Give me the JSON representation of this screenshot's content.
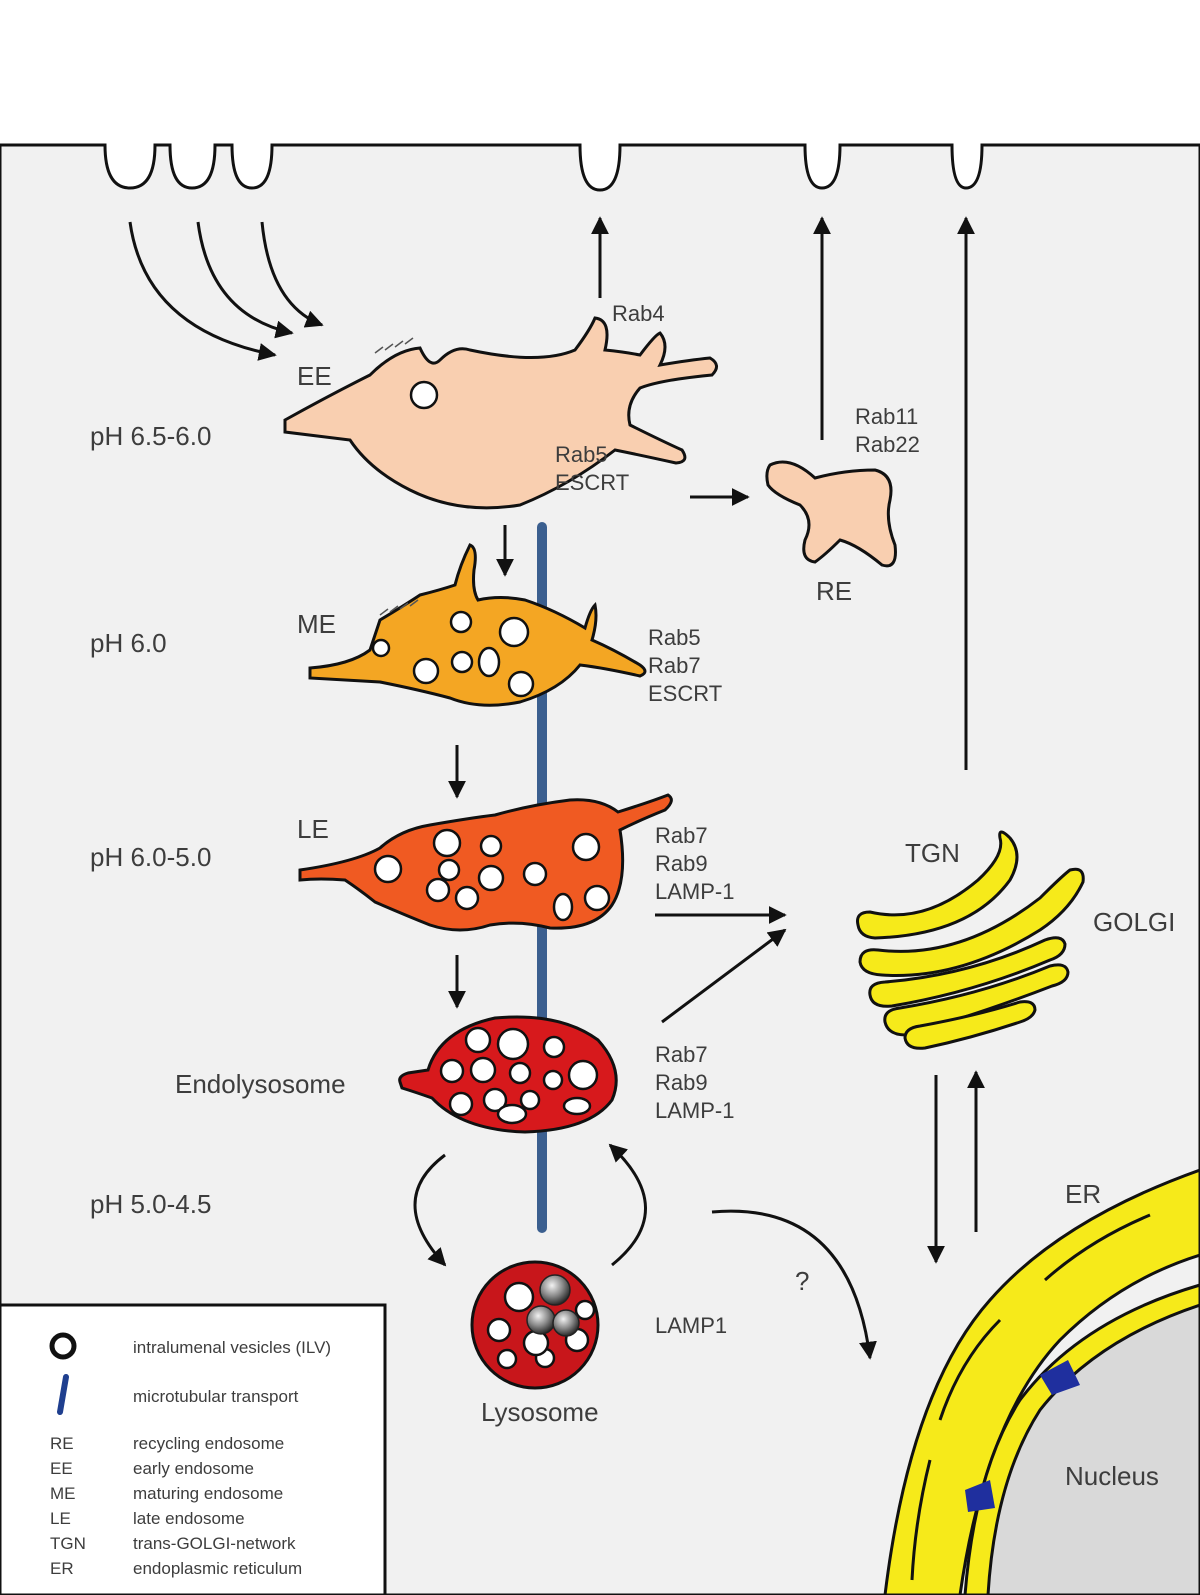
{
  "ph_labels": {
    "ee": "pH 6.5-6.0",
    "me": "pH 6.0",
    "le": "pH 6.0-5.0",
    "lys": "pH 5.0-4.5"
  },
  "organelles": {
    "ee": "EE",
    "me": "ME",
    "le": "LE",
    "re": "RE",
    "endolysosome": "Endolysosome",
    "lysosome": "Lysosome",
    "tgn": "TGN",
    "golgi": "GOLGI",
    "er": "ER",
    "nucleus": "Nucleus"
  },
  "markers": {
    "rab4": "Rab4",
    "ee_rab5": "Rab5",
    "ee_escrt": "ESCRT",
    "re_rab11": "Rab11",
    "re_rab22": "Rab22",
    "me_rab5": "Rab5",
    "me_rab7": "Rab7",
    "me_escrt": "ESCRT",
    "le_rab7": "Rab7",
    "le_rab9": "Rab9",
    "le_lamp1": "LAMP-1",
    "endo_rab7": "Rab7",
    "endo_rab9": "Rab9",
    "endo_lamp1": "LAMP-1",
    "lys_lamp1": "LAMP1",
    "question": "?"
  },
  "legend": {
    "ilv": "intralumenal vesicles (ILV)",
    "microtubule": "microtubular transport",
    "abbreviations": [
      {
        "abbr": "RE",
        "desc": "recycling endosome"
      },
      {
        "abbr": "EE",
        "desc": "early endosome"
      },
      {
        "abbr": "ME",
        "desc": "maturing endosome"
      },
      {
        "abbr": "LE",
        "desc": "late endosome"
      },
      {
        "abbr": "TGN",
        "desc": "trans-GOLGI-network"
      },
      {
        "abbr": "ER",
        "desc": "endoplasmic reticulum"
      }
    ]
  },
  "colors": {
    "cell_bg": "#f1f1f1",
    "early_endosome": "#f9cfb0",
    "maturing_endosome": "#f4a623",
    "late_endosome": "#f05a22",
    "endolysosome": "#d7191c",
    "lysosome": "#c8161b",
    "golgi_er": "#f6ea1a",
    "microtubule": "#3b5f8f",
    "nucleus": "#d9d9d9",
    "pore": "#1f2f9e"
  }
}
